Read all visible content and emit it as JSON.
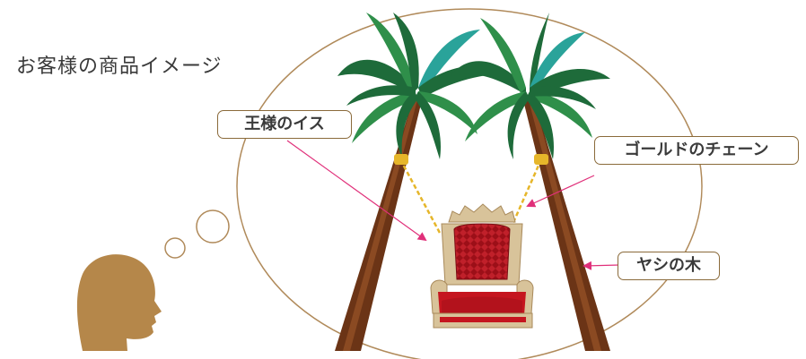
{
  "caption": "お客様の商品イメージ",
  "labels": {
    "throne": "王様のイス",
    "chain": "ゴールドのチェーン",
    "palm": "ヤシの木"
  },
  "icons": [
    "thought-bubble-icon",
    "head-silhouette-icon",
    "palm-tree-icon",
    "throne-chair-icon",
    "gold-chain-icon"
  ],
  "colors": {
    "oval": "#b08a5a",
    "arrow": "#e0307a",
    "trunk": "#6b3416",
    "leaf_dark": "#1e6b3a",
    "leaf_mid": "#2f8f4a",
    "leaf_teal": "#2aa39a",
    "chain": "#e6b62a",
    "throne_gold": "#d8c39a",
    "throne_red": "#b3121c",
    "silhouette": "#b5874a"
  }
}
